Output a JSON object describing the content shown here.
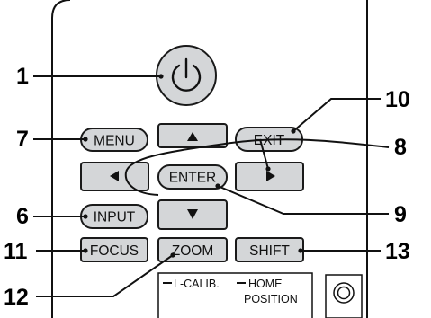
{
  "buttons": {
    "menu": "MENU",
    "exit": "EXIT",
    "enter": "ENTER",
    "input": "INPUT",
    "focus": "FOCUS",
    "zoom": "ZOOM",
    "shift": "SHIFT"
  },
  "bottom_panel": {
    "lcalib": "L-CALIB.",
    "home_line1": "HOME",
    "home_line2": "POSITION"
  },
  "callouts": {
    "n1": "1",
    "n6": "6",
    "n7": "7",
    "n8": "8",
    "n9": "9",
    "n10": "10",
    "n11": "11",
    "n12": "12",
    "n13": "13"
  },
  "icons": [
    "power-icon",
    "up-arrow-icon",
    "down-arrow-icon",
    "left-arrow-icon",
    "right-arrow-icon"
  ]
}
